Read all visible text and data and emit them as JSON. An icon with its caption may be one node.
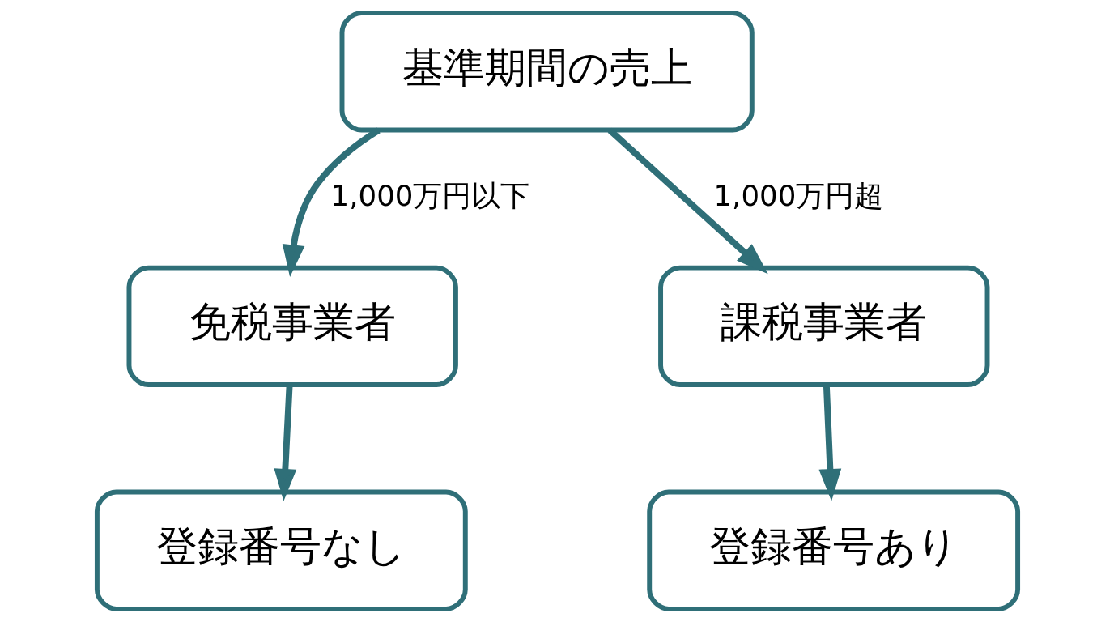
{
  "diagram": {
    "nodes": [
      {
        "text": [
          "基準期間の売上"
        ]
      },
      {
        "text": [
          "免税事業者"
        ]
      },
      {
        "text": [
          "課税事業者"
        ]
      },
      {
        "text": [
          "登録番号なし"
        ]
      },
      {
        "text": [
          "登録番号あり"
        ]
      }
    ],
    "edges": [
      {
        "from": 0,
        "to": 1,
        "arrow": "to",
        "label": "1,000万円以下"
      },
      {
        "from": 0,
        "to": 2,
        "arrow": "to",
        "label": "1,000万円超"
      },
      {
        "from": 1,
        "to": 3,
        "arrow": "to"
      },
      {
        "from": 2,
        "to": 4,
        "arrow": "to"
      }
    ]
  }
}
